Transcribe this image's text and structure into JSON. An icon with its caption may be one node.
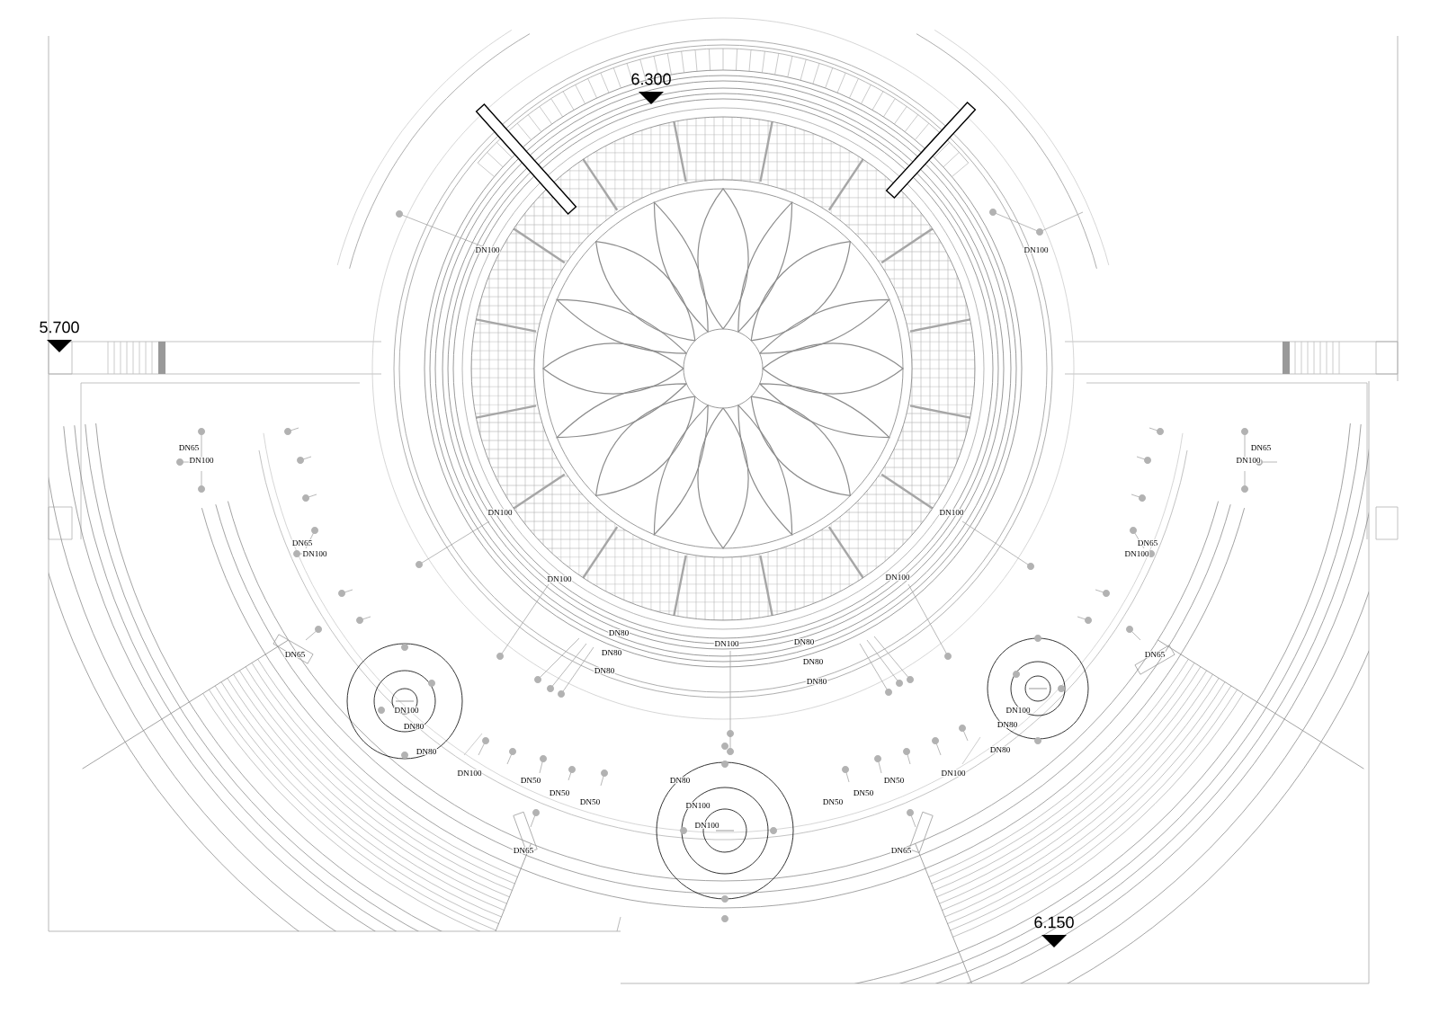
{
  "diagram": {
    "labels": [
      "6.300",
      "DN100",
      "DN100",
      "5.700",
      "DN65",
      "DN100",
      "DN65",
      "DN100",
      "DN100",
      "DN100",
      "DN65",
      "DN100",
      "DN65",
      "DN100",
      "DN100",
      "DN100",
      "DN80",
      "DN100",
      "DN80",
      "DN80",
      "DN80",
      "DN65",
      "DN65",
      "DN80",
      "DN80",
      "DN100",
      "DN100",
      "DN80",
      "DN80",
      "DN80",
      "DN80",
      "DN100",
      "DN50",
      "DN80",
      "DN50",
      "DN100",
      "DN50",
      "DN50",
      "DN50",
      "DN50",
      "DN100",
      "DN100",
      "DN65",
      "DN65",
      "6.150"
    ]
  }
}
